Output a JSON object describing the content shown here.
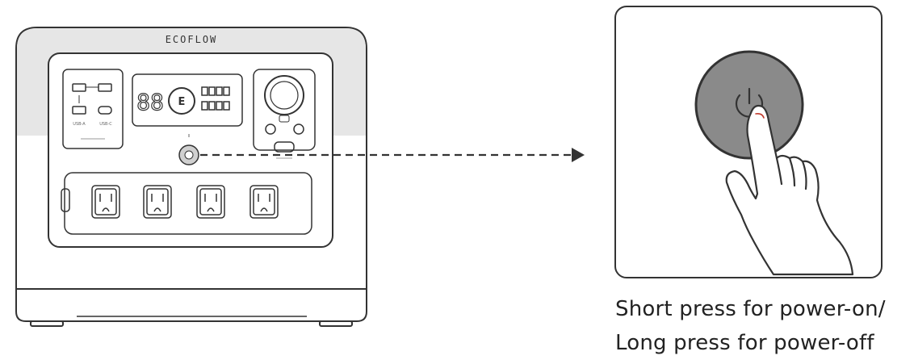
{
  "device": {
    "brand": "ECOFLOW",
    "display_digits": "88",
    "usb_label": "USB-A",
    "usbc_label": "USB-C"
  },
  "illustration": {
    "button_icon": "power-icon",
    "arrow": "dashed-arrow"
  },
  "caption": {
    "line1": "Short press for power-on/",
    "line2": "Long press for power-off"
  },
  "colors": {
    "stroke": "#333333",
    "button_fill": "#8a8a8a",
    "top_band": "#e6e6e6"
  }
}
